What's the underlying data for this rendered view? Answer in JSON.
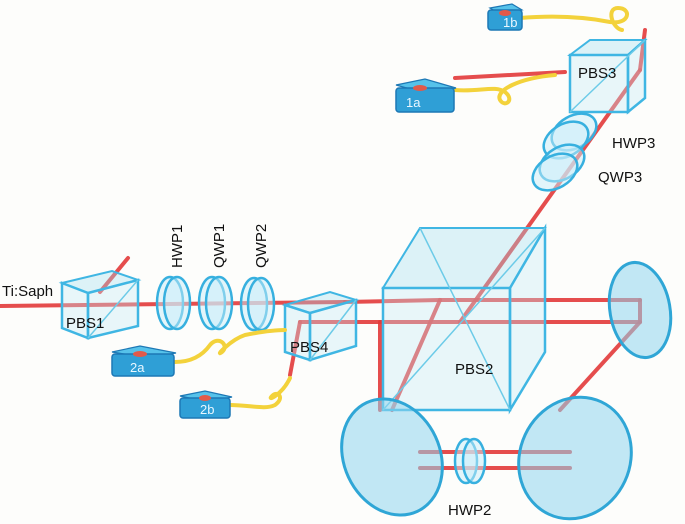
{
  "labels": {
    "source": "Ti:Saph",
    "pbs1": "PBS1",
    "pbs2": "PBS2",
    "pbs3": "PBS3",
    "pbs4": "PBS4",
    "hwp1": "HWP1",
    "qwp1": "QWP1",
    "qwp2": "QWP2",
    "hwp2": "HWP2",
    "hwp3": "HWP3",
    "qwp3": "QWP3"
  },
  "detectors": {
    "d1a": "1a",
    "d1b": "1b",
    "d2a": "2a",
    "d2b": "2b"
  },
  "colors": {
    "beam": "#e23a3a",
    "optics": "#3fb6e3",
    "fiber": "#f3d23b",
    "detector": "#2f9fd6"
  }
}
